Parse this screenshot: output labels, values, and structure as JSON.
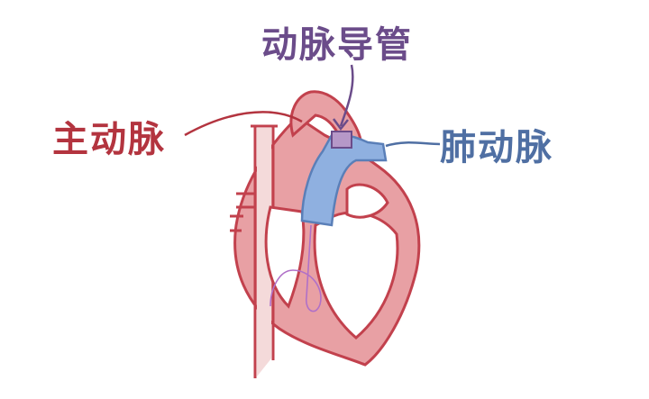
{
  "labels": {
    "aorta": "主动脉",
    "ductus_arteriosus": "动脉导管",
    "pulmonary_artery": "肺动脉"
  },
  "colors": {
    "aorta_label": "#b3343f",
    "ductus_label": "#6b4c8a",
    "pulmonary_label": "#4f6fa3",
    "heart_fill": "#e8a0a4",
    "heart_outline": "#c2414d",
    "vessel_fill": "#8fb0e0",
    "catheter": "#b070c8"
  },
  "icons": {
    "heart": "heart-illustration"
  }
}
